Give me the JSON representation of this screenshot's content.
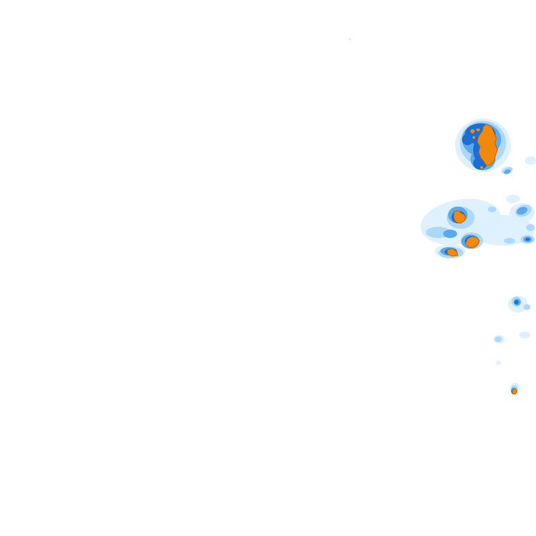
{
  "map": {
    "type": "weather-radar-overlay",
    "background": "#ffffff",
    "palette": {
      "very_light": "#dcefff",
      "light": "#a9d7fb",
      "medium": "#5aa9ec",
      "heavy": "#1a6fd0",
      "core": "#f2890f",
      "core_outline": "#c0650a"
    },
    "cells": [
      {
        "name": "north-storm-cell",
        "intensity": "core"
      },
      {
        "name": "central-cell-west",
        "intensity": "core"
      },
      {
        "name": "central-cell-east",
        "intensity": "core"
      },
      {
        "name": "central-cell-south",
        "intensity": "core"
      },
      {
        "name": "south-small-cell",
        "intensity": "core"
      }
    ]
  }
}
